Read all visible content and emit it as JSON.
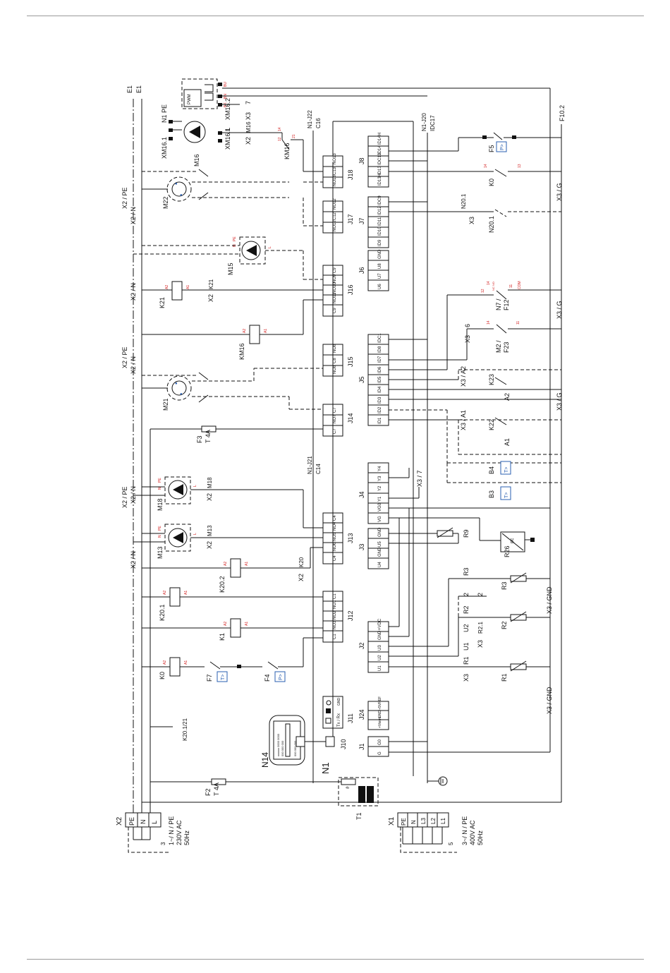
{
  "rails": {
    "left_top": [
      "E1",
      "E1"
    ],
    "x2_pe_n": "X2 / PE",
    "x2_n": "X2 / N",
    "right_top": "F10.2",
    "x3_g": "X3 / G",
    "x3_gnd": "X3 / GND"
  },
  "supply_1ph": {
    "terminal": "X2",
    "pins": [
      "PE",
      "N",
      "L"
    ],
    "spec": [
      "1~/ N / PE",
      "230V AC",
      "50Hz"
    ],
    "cable_no": "3"
  },
  "supply_3ph": {
    "terminal": "X1",
    "pins": [
      "PE",
      "N",
      "L3",
      "L2",
      "L1"
    ],
    "spec": [
      "3~/ N / PE",
      "400V AC",
      "50Hz"
    ],
    "cable_no": "5"
  },
  "transformer": "T1",
  "fuses": {
    "f2": "F2",
    "f2_rating": "T 4A",
    "f3": "F3",
    "f3_rating": "T 4A"
  },
  "controller": {
    "name": "N1",
    "display": "N14",
    "display_lines": [
      "xxxxxx 0000 0000",
      "000 000 000",
      "000 000 000"
    ],
    "j1": [
      "J1",
      "G",
      "G0"
    ],
    "j24": [
      "J24",
      "+Vterm",
      "GND",
      "+5VREF"
    ],
    "j11": [
      "J11",
      "Tx / Rx",
      "GND"
    ],
    "j10": "J10",
    "j2": [
      "J2",
      "U1",
      "U2",
      "U3",
      "GND",
      "+VDC"
    ],
    "j3": [
      "J3",
      "U4",
      "GND",
      "U5",
      "GND"
    ],
    "j4": [
      "J4",
      "VG",
      "VG0",
      "Y1",
      "Y2",
      "Y3",
      "Y4"
    ],
    "j5": [
      "J5",
      "ID1",
      "ID2",
      "ID3",
      "ID4",
      "ID5",
      "ID6",
      "ID7",
      "ID8",
      "IDC1"
    ],
    "j6": [
      "J6",
      "U6",
      "U7",
      "U8",
      "GND"
    ],
    "j7": [
      "J7",
      "ID9",
      "ID10",
      "ID11",
      "ID12",
      "IDC9"
    ],
    "j8": [
      "J8",
      "ID13H",
      "ID13",
      "IDC13",
      "ID14",
      "ID14H"
    ],
    "j12": [
      "J12",
      "C1",
      "NO1",
      "NO2",
      "NO3",
      "C1"
    ],
    "j13": [
      "J13",
      "C4",
      "NO4",
      "NO5",
      "NO6",
      "C4"
    ],
    "j14": [
      "J14",
      "C7",
      "NO7",
      "C7"
    ],
    "j15": [
      "J15",
      "NO8",
      "C8",
      "NO8"
    ],
    "j16": [
      "J16",
      "C9",
      "NO9",
      "NO10",
      "NO11",
      "C9"
    ],
    "j17": [
      "J17",
      "NO12",
      "C12",
      "NO12"
    ],
    "j18": [
      "J18",
      "NO13",
      "C13",
      "NO13"
    ],
    "n1_j20": [
      "N1-J20",
      "IDC17"
    ],
    "n1_j21": [
      "N1-J21",
      "C14"
    ],
    "n1_j22": [
      "N1-J22",
      "C16"
    ]
  },
  "relays": {
    "k0": "K0",
    "k1": "K1",
    "k20_1": "K20.1",
    "k20_2": "K20.2",
    "k21": "K21",
    "km16": "KM16",
    "k20": "K20",
    "k20_ref": "K20.1/21",
    "coil_a1": "A1",
    "coil_a2": "A2"
  },
  "motors": {
    "m13": "M13",
    "m18": "M18",
    "m15": "M15",
    "m16": "M16",
    "m21": "M21",
    "m22": "M22",
    "x2": "X2",
    "pin_l": "L",
    "pin_n": "N",
    "pin_pe": "PE",
    "xm16_1": "XM16.1",
    "xm16_2": "XM16.2",
    "pwm": "PWM",
    "wire_colors": [
      "BU",
      "BN",
      "BK"
    ],
    "x3": "X3",
    "x3_pin7": "7",
    "n1_pe": "N1 PE",
    "l_label": "L"
  },
  "protection": {
    "f4": "F4",
    "f5": "F5",
    "f7": "F7",
    "p": "P>",
    "t": "T>"
  },
  "sensors": {
    "r1": "R1",
    "r2": "R2",
    "r3": "R3",
    "r2_1": "R2.1",
    "r9": "R9",
    "r26": "R26",
    "b3": "B3",
    "b4": "B4",
    "pc": "pc",
    "u1": "U1",
    "u2": "U2",
    "x3": "X3",
    "num2": "2"
  },
  "right_side": {
    "k0": "K0",
    "k0_pins": [
      "14",
      "13"
    ],
    "n20_1": "N20.1",
    "x3": "X3",
    "n7_f12": [
      "N7 /",
      "F12"
    ],
    "n7_pins": [
      "12",
      "14",
      "11"
    ],
    "nc_no": "NC NO",
    "com": "COM",
    "m2_f23": [
      "M2 /",
      "F23"
    ],
    "m2_pins": [
      "14",
      "11"
    ],
    "x3_6": "6",
    "k23": "K23",
    "k22": "K22",
    "a1": "A1",
    "a2": "A2",
    "x3_a1": "X3 / A1",
    "x3_a2": "X3 / A2",
    "x3_7": "X3 / 7"
  },
  "colors": {
    "line": "#111111",
    "pin_label": "#d32020",
    "sensor_mark": "#2a5fb0",
    "rule": "#9a9a9a"
  }
}
